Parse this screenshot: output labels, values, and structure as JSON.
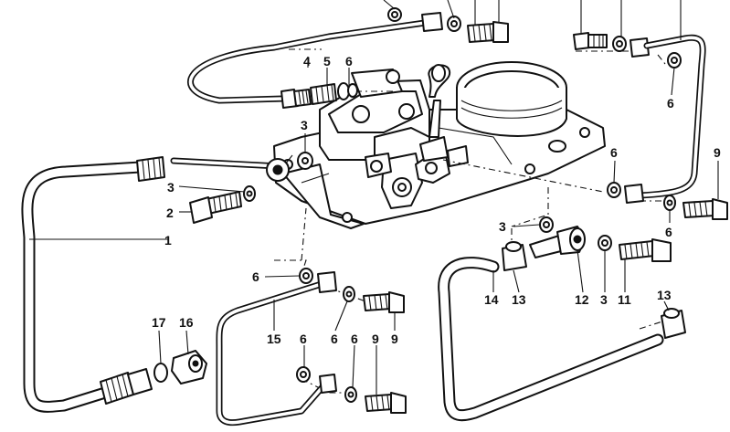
{
  "callouts": [
    {
      "id": "c1",
      "text": "1"
    },
    {
      "id": "c2",
      "text": "2"
    },
    {
      "id": "c3a",
      "text": "3"
    },
    {
      "id": "c3b",
      "text": "3"
    },
    {
      "id": "c3c",
      "text": "3"
    },
    {
      "id": "c3d",
      "text": "3"
    },
    {
      "id": "c4",
      "text": "4"
    },
    {
      "id": "c5",
      "text": "5"
    },
    {
      "id": "c6a",
      "text": "6"
    },
    {
      "id": "c6b",
      "text": "6"
    },
    {
      "id": "c6c",
      "text": "6"
    },
    {
      "id": "c6d",
      "text": "6"
    },
    {
      "id": "c6e",
      "text": "6"
    },
    {
      "id": "c6f",
      "text": "6"
    },
    {
      "id": "c6g",
      "text": "6"
    },
    {
      "id": "c6h",
      "text": "6"
    },
    {
      "id": "c9a",
      "text": "9"
    },
    {
      "id": "c9b",
      "text": "9"
    },
    {
      "id": "c9c",
      "text": "9"
    },
    {
      "id": "c11",
      "text": "11"
    },
    {
      "id": "c12",
      "text": "12"
    },
    {
      "id": "c13a",
      "text": "13"
    },
    {
      "id": "c13b",
      "text": "13"
    },
    {
      "id": "c14",
      "text": "14"
    },
    {
      "id": "c15",
      "text": "15"
    },
    {
      "id": "c16",
      "text": "16"
    },
    {
      "id": "c17",
      "text": "17"
    }
  ]
}
